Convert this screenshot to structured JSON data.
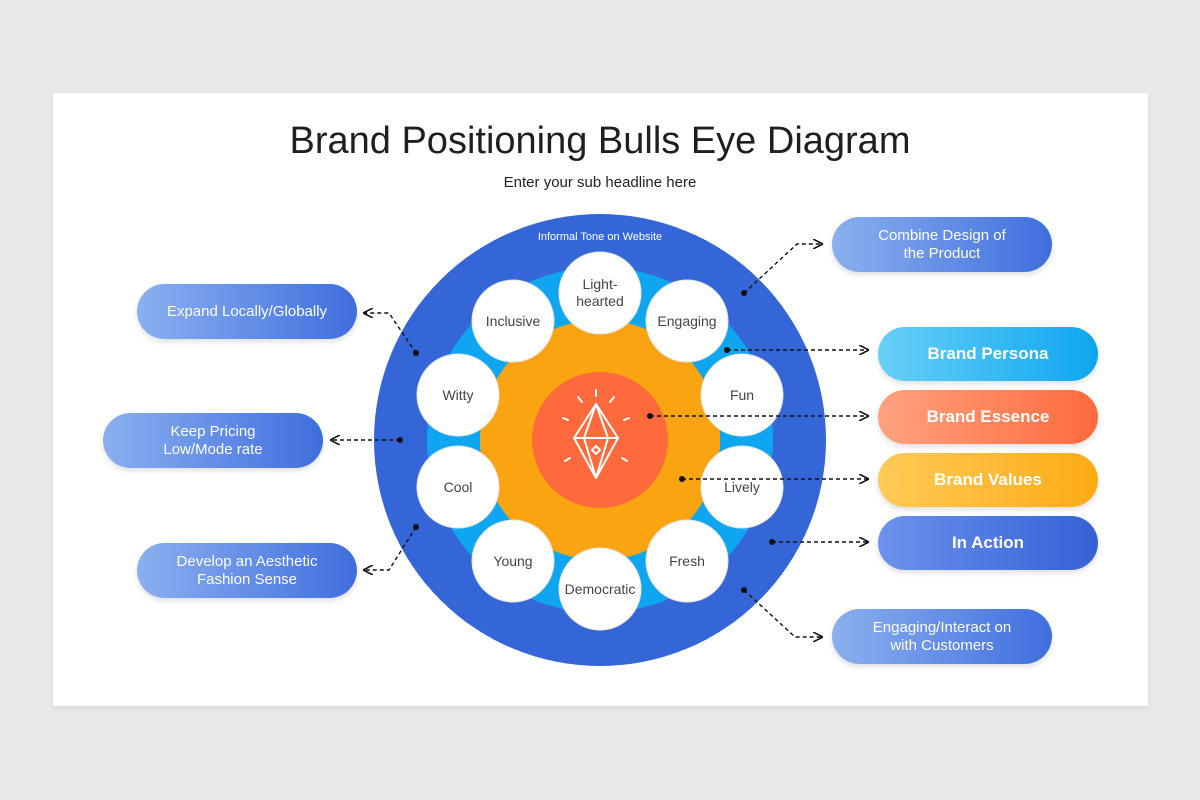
{
  "title": "Brand Positioning Bulls Eye Diagram",
  "subtitle": "Enter your sub headline here",
  "ring_label": "Informal Tone on Website",
  "traits": [
    "Light-\nhearted",
    "Engaging",
    "Fun",
    "Lively",
    "Fresh",
    "Democratic",
    "Young",
    "Cool",
    "Witty",
    "Inclusive"
  ],
  "left_pills": {
    "expand": "Expand Locally/Globally",
    "pricing": "Keep Pricing\nLow/Mode rate",
    "aesthetic": "Develop an Aesthetic\nFashion Sense"
  },
  "right_pills": {
    "combine": "Combine Design of\nthe Product",
    "persona": "Brand Persona",
    "essence": "Brand Essence",
    "values": "Brand Values",
    "action": "In Action",
    "engage": "Engaging/Interact on\nwith Customers"
  },
  "center_icon": "diamond-icon",
  "colors": {
    "outer_ring": "#3566d8",
    "middle_ring": "#0ea6f0",
    "inner_ring": "#fba412",
    "core": "#ff6a3d"
  }
}
